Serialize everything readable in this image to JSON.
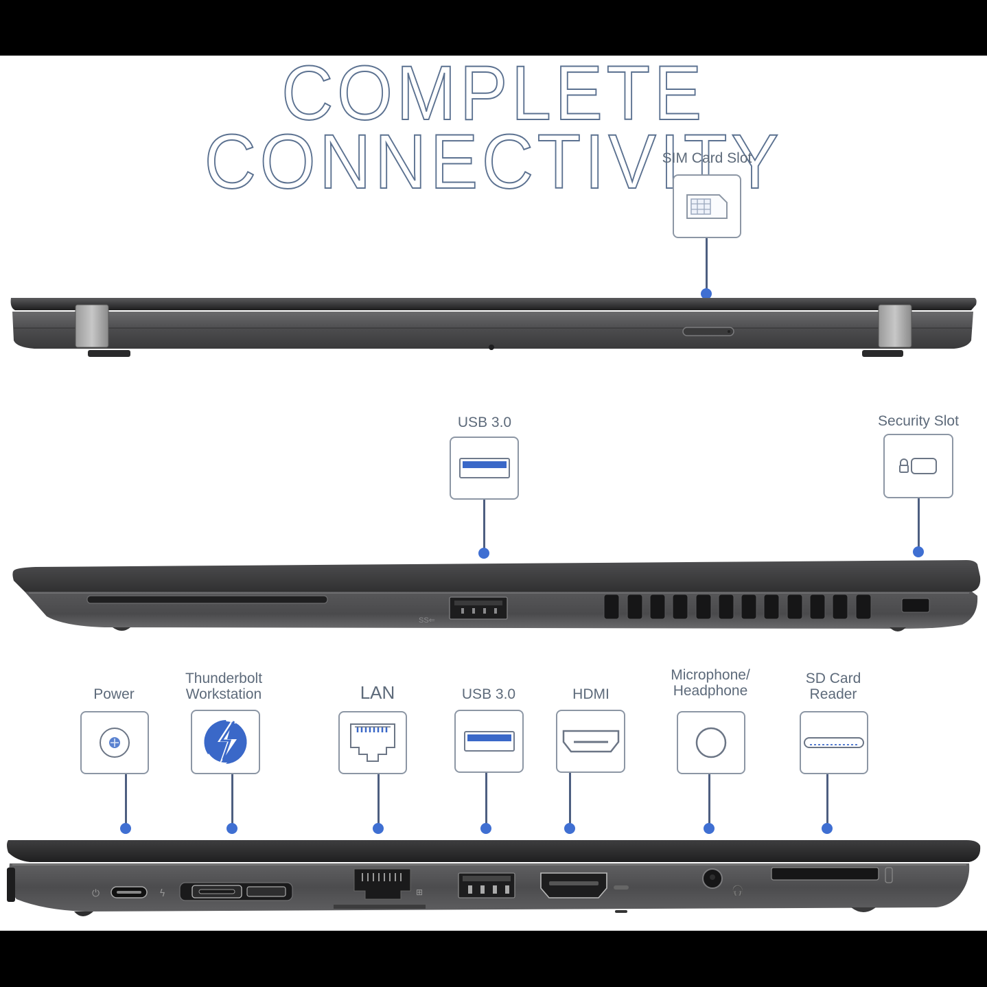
{
  "title": "COMPLETE CONNECTIVITY",
  "colors": {
    "title": "#5b7190",
    "label": "#5d6a7a",
    "box_border": "#8c96a4",
    "connector_line": "#4d5e80",
    "connector_dot": "#3f6fd2",
    "icon_blue": "#3a68c8",
    "laptop_body": "#4a4a4c"
  },
  "views": {
    "rear": {
      "callouts": [
        {
          "id": "sim",
          "label": "SIM Card Slot",
          "icon": "sim-card-icon"
        }
      ]
    },
    "right_side": {
      "callouts": [
        {
          "id": "usb_right",
          "label": "USB 3.0",
          "icon": "usb-icon"
        },
        {
          "id": "security",
          "label": "Security Slot",
          "icon": "lock-slot-icon"
        }
      ]
    },
    "left_side": {
      "callouts": [
        {
          "id": "power",
          "label": "Power",
          "icon": "power-port-icon"
        },
        {
          "id": "thunderbolt",
          "label_line1": "Thunderbolt",
          "label_line2": "Workstation",
          "icon": "thunderbolt-icon"
        },
        {
          "id": "lan",
          "label": "LAN",
          "icon": "ethernet-icon"
        },
        {
          "id": "usb_left",
          "label": "USB 3.0",
          "icon": "usb-icon"
        },
        {
          "id": "hdmi",
          "label": "HDMI",
          "icon": "hdmi-icon"
        },
        {
          "id": "audio",
          "label_line1": "Microphone/",
          "label_line2": "Headphone",
          "icon": "audio-jack-icon"
        },
        {
          "id": "sd",
          "label_line1": "SD Card",
          "label_line2": "Reader",
          "icon": "sd-card-icon"
        }
      ]
    }
  }
}
